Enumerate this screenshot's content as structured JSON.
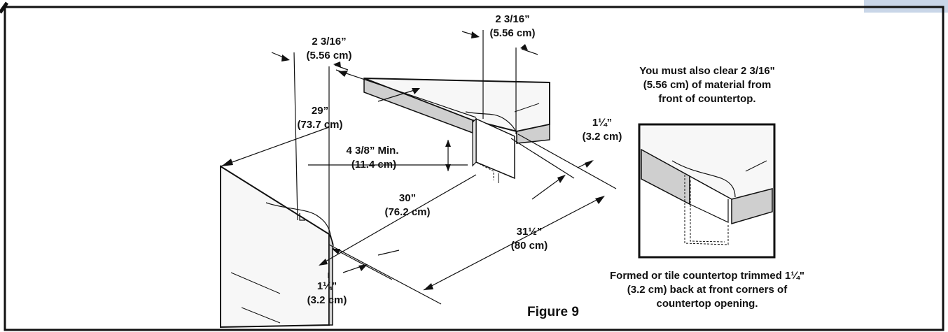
{
  "labels": {
    "left_width_top": "2 3/16”",
    "left_width_bottom": "(5.56 cm)",
    "right_width_top": "2 3/16”",
    "right_width_bottom": "(5.56 cm)",
    "depth29_top": "29”",
    "depth29_bottom": "(73.7 cm)",
    "height_top": "4 3/8” Min.",
    "height_bottom": "(11.4 cm)",
    "width30_top": "30”",
    "width30_bottom": "(76.2 cm)",
    "width315_top": "31½”",
    "width315_bottom": "(80 cm)",
    "trim_left_top": "1¼”",
    "trim_left_bottom": "(3.2 cm)",
    "trim_right_top": "1¼”",
    "trim_right_bottom": "(3.2 cm)"
  },
  "notes": {
    "top_line1": "You must also clear 2 3/16\"",
    "top_line2": "(5.56 cm) of material from",
    "top_line3": "front of countertop.",
    "bottom_line1": "Formed or tile countertop trimmed 1¼\"",
    "bottom_line2": "(3.2 cm) back at front corners of",
    "bottom_line3": "countertop opening."
  },
  "figure_caption": "Figure 9",
  "colors": {
    "frame_tab": "#c9d6e8",
    "counter_edge": "#cfcfcf",
    "line": "#111111"
  }
}
